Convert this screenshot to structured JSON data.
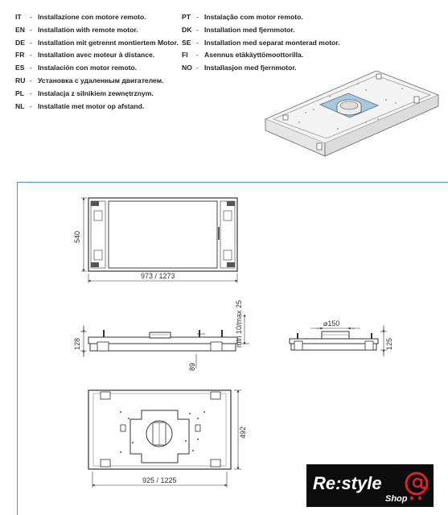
{
  "instructions": {
    "left": [
      {
        "code": "IT",
        "text": "Installazione con motore remoto."
      },
      {
        "code": "EN",
        "text": "Installation with remote motor."
      },
      {
        "code": "DE",
        "text": "Installation mit getrennt montiertem Motor."
      },
      {
        "code": "FR",
        "text": "Installation avec moteur à distance."
      },
      {
        "code": "ES",
        "text": "Instalación con motor remoto."
      },
      {
        "code": "RU",
        "text": "Установка с удаленным двигателем."
      },
      {
        "code": "PL",
        "text": "Instalacja z silnikiem zewnętrznym."
      },
      {
        "code": "NL",
        "text": "Installatie met motor op afstand."
      }
    ],
    "right": [
      {
        "code": "PT",
        "text": "Instalação com motor remoto."
      },
      {
        "code": "DK",
        "text": "Installation med fjernmotor."
      },
      {
        "code": "SE",
        "text": "Installation med separat monterad motor."
      },
      {
        "code": "FI",
        "text": "Asennus etäkäyttömoottorilla."
      },
      {
        "code": "NO",
        "text": "Installasjon med fjernmotor."
      }
    ],
    "separator": "-"
  },
  "dimensions": {
    "top_height": "540",
    "top_width": "973 / 1273",
    "side_height": "128",
    "side_motor": "89",
    "side_clearance": "min 10/max 25",
    "end_diameter": "⌀150",
    "end_height": "125",
    "bottom_depth": "492",
    "bottom_width": "925 / 1225"
  },
  "logo": {
    "brand": "Re:style",
    "sub": "Shop",
    "accent_color": "#d8232a"
  },
  "colors": {
    "frame": "#4a9ab0",
    "plate": "#a9c8de"
  }
}
